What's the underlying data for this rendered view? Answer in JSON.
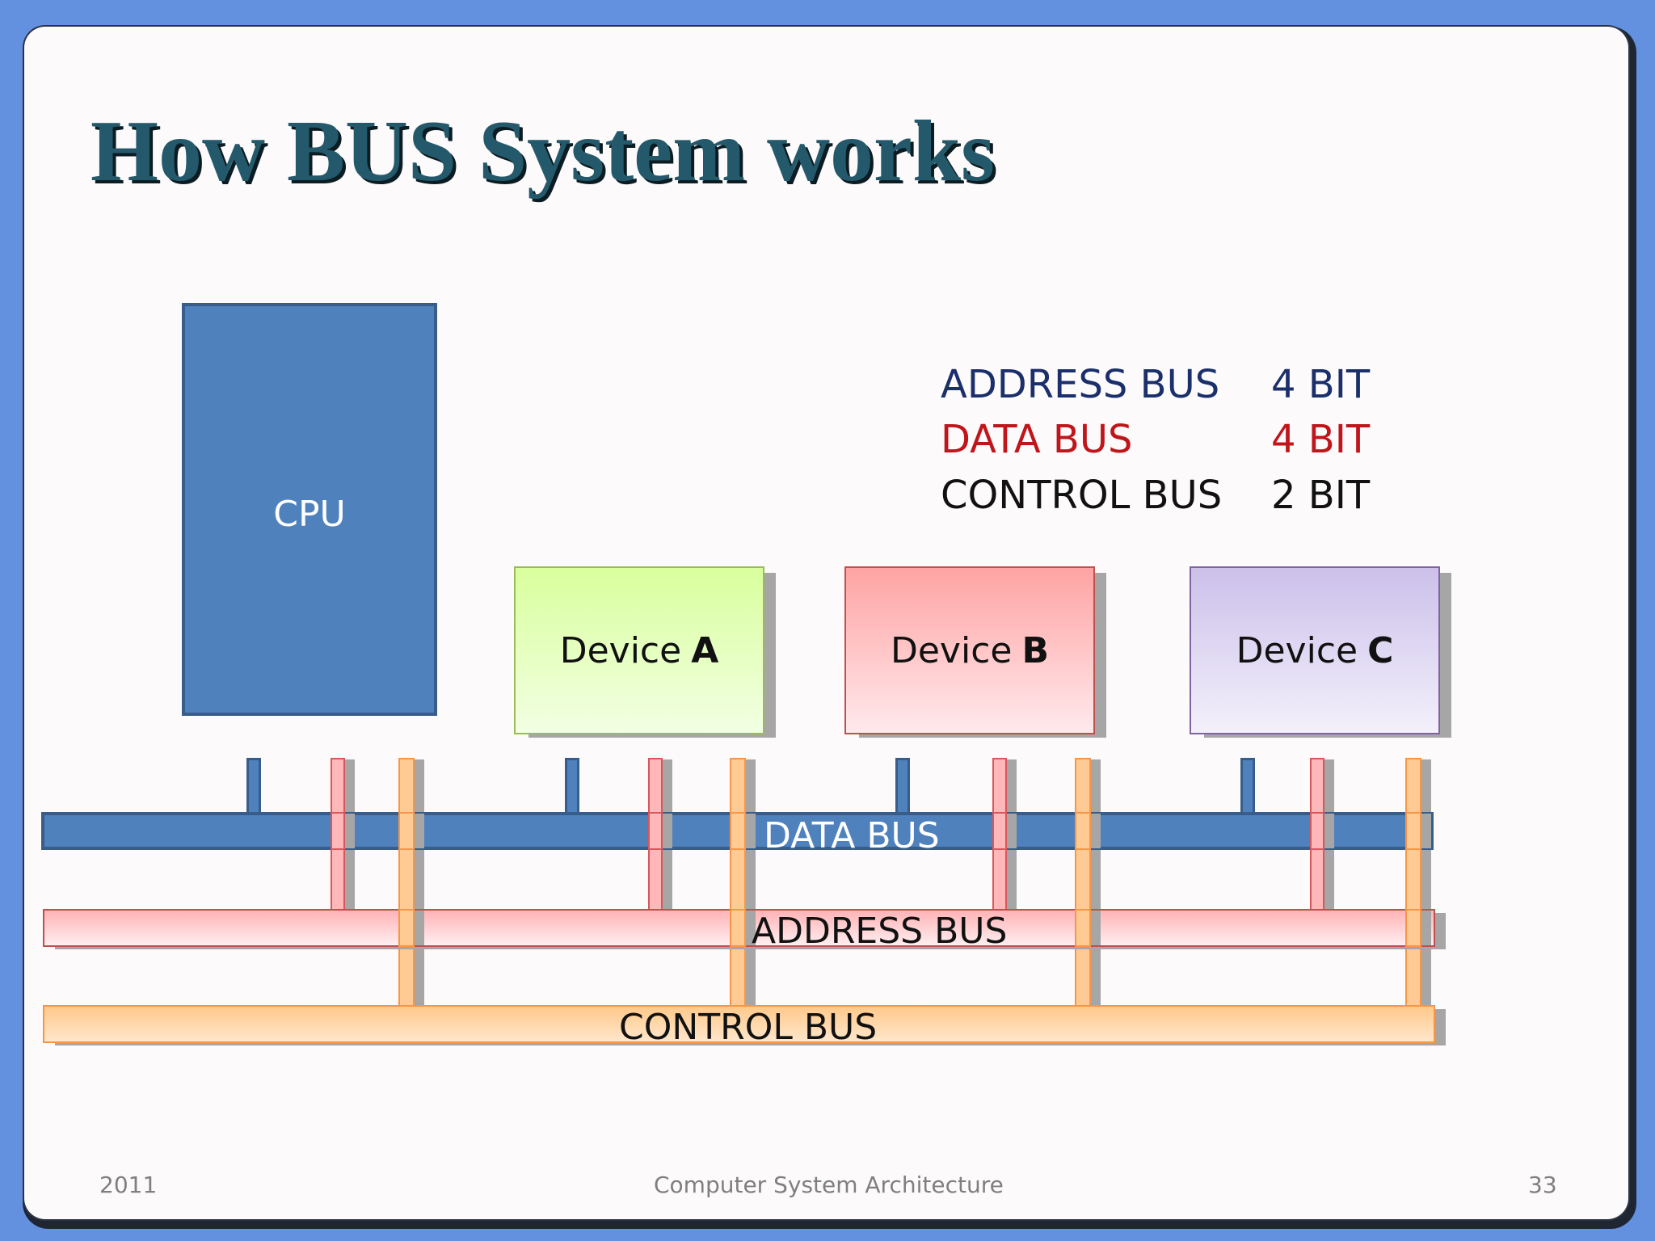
{
  "title": "How BUS System works",
  "legend": [
    {
      "bus": "ADDRESS BUS",
      "width": "4 BIT",
      "color": "#1a2f6b"
    },
    {
      "bus": "DATA BUS",
      "width": "4 BIT",
      "color": "#c0151a"
    },
    {
      "bus": "CONTROL BUS",
      "width": "2 BIT",
      "color": "#111111"
    }
  ],
  "cpu": {
    "label": "CPU"
  },
  "devices": [
    {
      "prefix": "Device",
      "letter": "A"
    },
    {
      "prefix": "Device",
      "letter": "B"
    },
    {
      "prefix": "Device",
      "letter": "C"
    }
  ],
  "buses": {
    "data": "DATA BUS",
    "address": "ADDRESS BUS",
    "control": "CONTROL BUS"
  },
  "footer": {
    "year": "2011",
    "course": "Computer System Architecture",
    "page": "33"
  }
}
